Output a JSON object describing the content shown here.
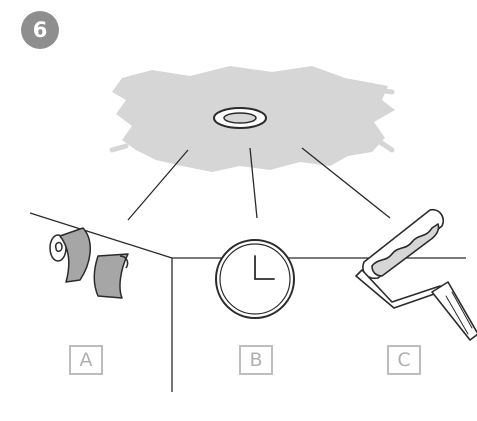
{
  "step": {
    "number": "6"
  },
  "options": [
    {
      "letter": "A",
      "icon": "tape-roll-icon"
    },
    {
      "letter": "B",
      "icon": "clock-icon"
    },
    {
      "letter": "C",
      "icon": "paint-roller-icon"
    }
  ],
  "ceiling": {
    "icon": "ceiling-light-fixture-icon"
  },
  "colors": {
    "badge": "#8e8e8e",
    "stain": "#d6d6d6",
    "line": "#2b2b2b",
    "label_border": "#bdbdbd",
    "label_text": "#b0b0b0"
  }
}
